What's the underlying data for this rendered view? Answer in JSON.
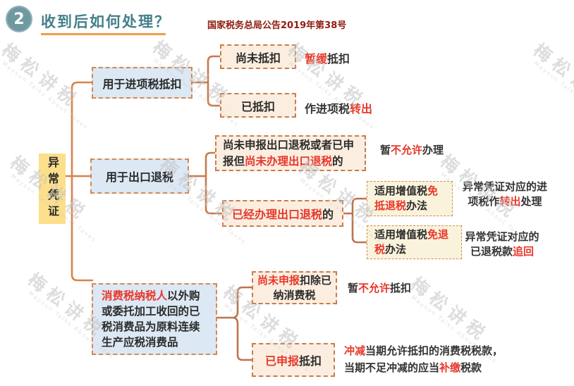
{
  "header": {
    "number": "2",
    "title": "收到后如何处理？",
    "notice": "国家税务总局公告2019年第38号"
  },
  "watermark": {
    "cn": "梅松讲税",
    "en": "Maysun Talks About Taxes"
  },
  "root": {
    "label": "异常凭证"
  },
  "branch_input_tax": {
    "label": "用于进项税抵扣",
    "not_deducted": {
      "box": "尚未抵扣",
      "result": {
        "red": "暂缓",
        "post": "抵扣"
      }
    },
    "deducted": {
      "box": "已抵扣",
      "result": {
        "pre": "作进项税",
        "red": "转出"
      }
    }
  },
  "branch_export_refund": {
    "label": "用于出口退税",
    "not_handled": {
      "box": {
        "pre": "尚未申报出口退税或者已申报但",
        "red": "尚未办理出口退税",
        "post": "的"
      },
      "result": {
        "pre": "暂",
        "red": "不允许",
        "post": "办理"
      }
    },
    "handled": {
      "box": {
        "red": "已经办理出口退税",
        "post": "的"
      },
      "exemption_offset_refund": {
        "box": {
          "pre": "适用增值税",
          "red": "免抵退税",
          "post": "办法"
        },
        "result": {
          "pre": "异常凭证对应的进项税作",
          "red": "转出",
          "post": "处理"
        }
      },
      "exemption_refund": {
        "box": {
          "pre": "适用增值税",
          "red": "免退税",
          "post": "办法"
        },
        "result": {
          "pre": "异常凭证对应的已退税款",
          "red": "追回"
        }
      }
    }
  },
  "branch_consumption_tax": {
    "box": {
      "red": "消费税纳税人",
      "post": "以外购或委托加工收回的已税消费品为原料连续生产应税消费品"
    },
    "not_declared": {
      "box": {
        "red": "尚未申报",
        "post": "扣除已纳消费税"
      },
      "result": {
        "pre": "暂",
        "red": "不允许",
        "post": "抵扣"
      }
    },
    "declared": {
      "box": {
        "red": "已申报",
        "post": "抵扣"
      },
      "result": {
        "red": "冲减",
        "mid": "当期允许抵扣的消费税税款，当期不足冲减的应当",
        "red2": "补缴",
        "post": "税款"
      }
    }
  },
  "colors": {
    "accent_orange": "#d7824b",
    "bracket_brown": "#c1754a",
    "red_text": "#e7372a",
    "teal": "#6f99a1",
    "dark_red": "#8e1c10",
    "yellow_node": "#fbdf8b",
    "blue_node": "#dce8f4",
    "peach_node": "#fbeee0",
    "cream_node": "#faf3dc"
  }
}
